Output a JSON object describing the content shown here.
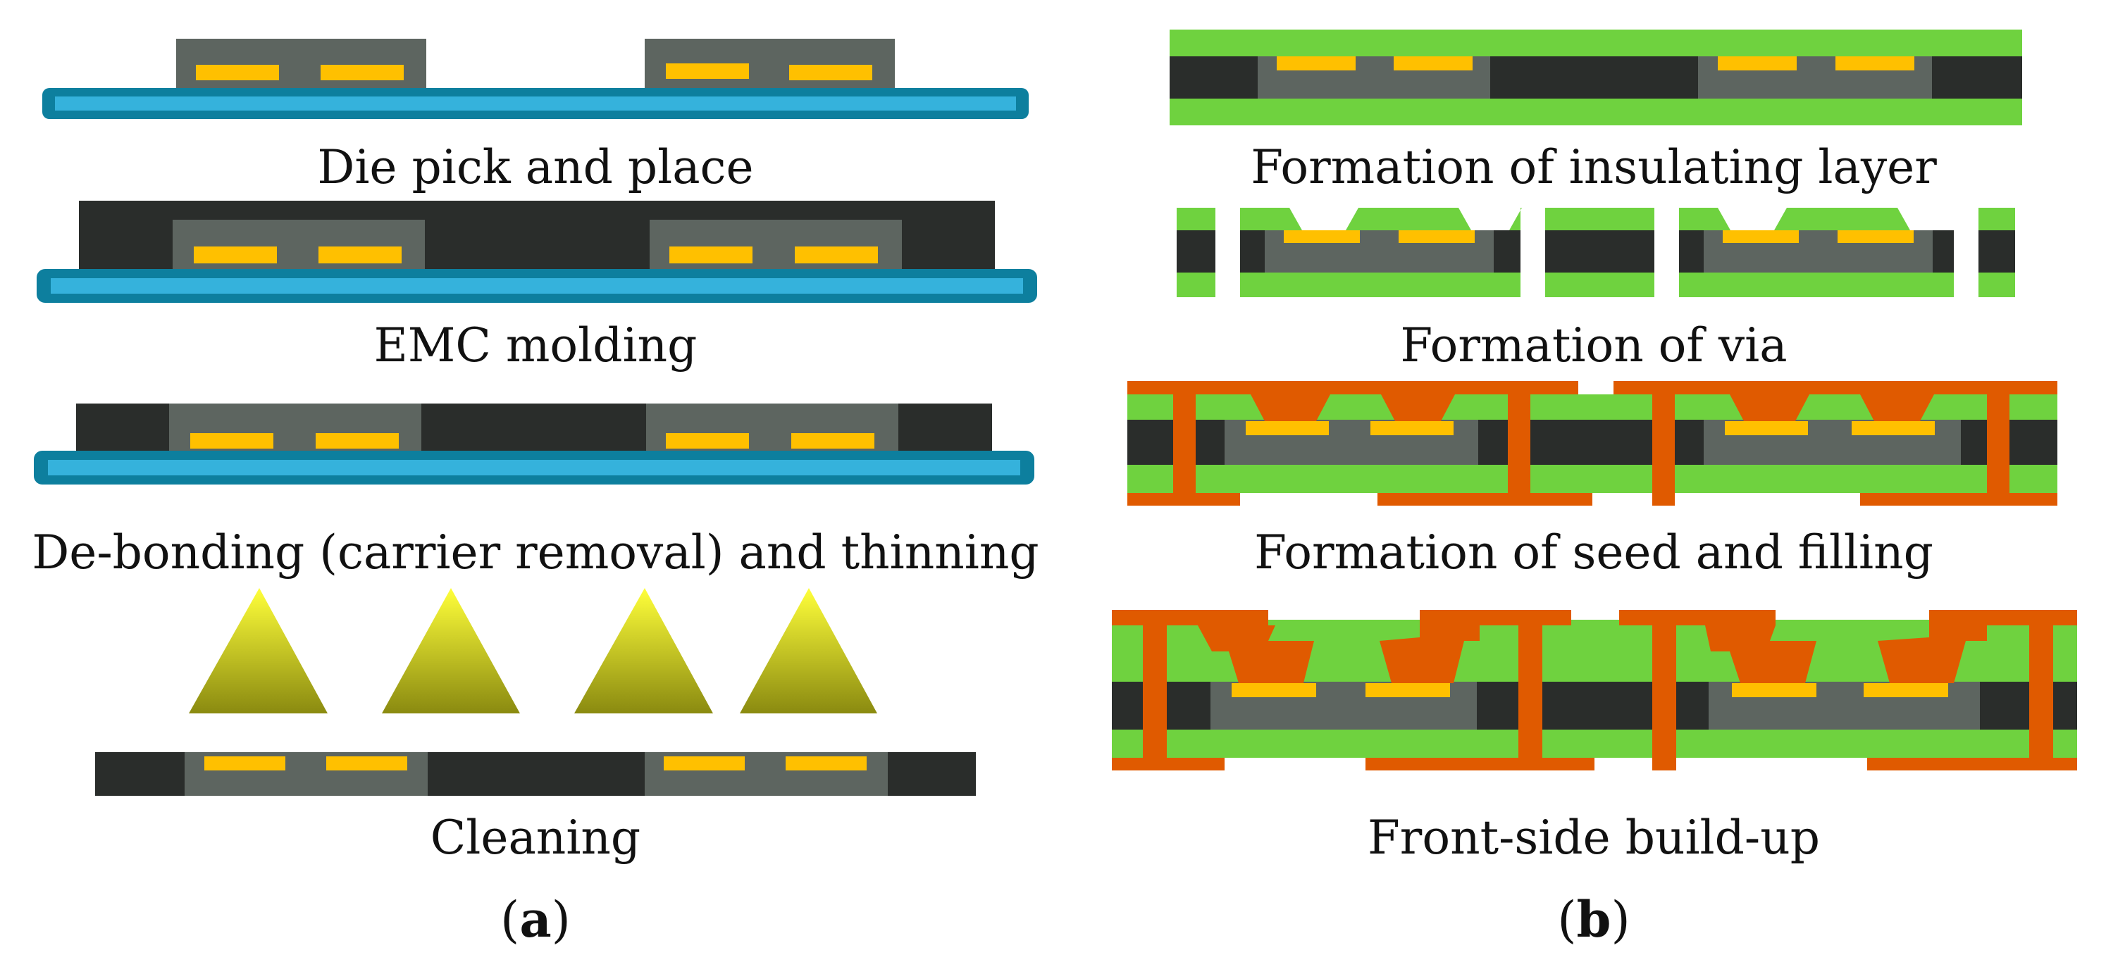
{
  "colors": {
    "carrier_edge": "#0d7f9e",
    "carrier_core": "#35b2dc",
    "die": "#5d6560",
    "pad": "#ffc000",
    "emc": "#2a2d2b",
    "insulator": "#6fd23f",
    "copper": "#e05a00",
    "plasma_top": "#ffff3a",
    "plasma_bottom": "#8a8a10"
  },
  "panel_a": {
    "label_open": "(",
    "label_letter": "a",
    "label_close": ")",
    "steps": [
      {
        "caption": "Die pick and place"
      },
      {
        "caption": "EMC molding"
      },
      {
        "caption": "De-bonding (carrier removal) and thinning"
      },
      {
        "caption": "Cleaning"
      }
    ]
  },
  "panel_b": {
    "label_open": "(",
    "label_letter": "b",
    "label_close": ")",
    "steps": [
      {
        "caption": "Formation of insulating layer"
      },
      {
        "caption": "Formation of via"
      },
      {
        "caption": "Formation of seed and filling"
      },
      {
        "caption": "Front-side build-up"
      }
    ]
  }
}
